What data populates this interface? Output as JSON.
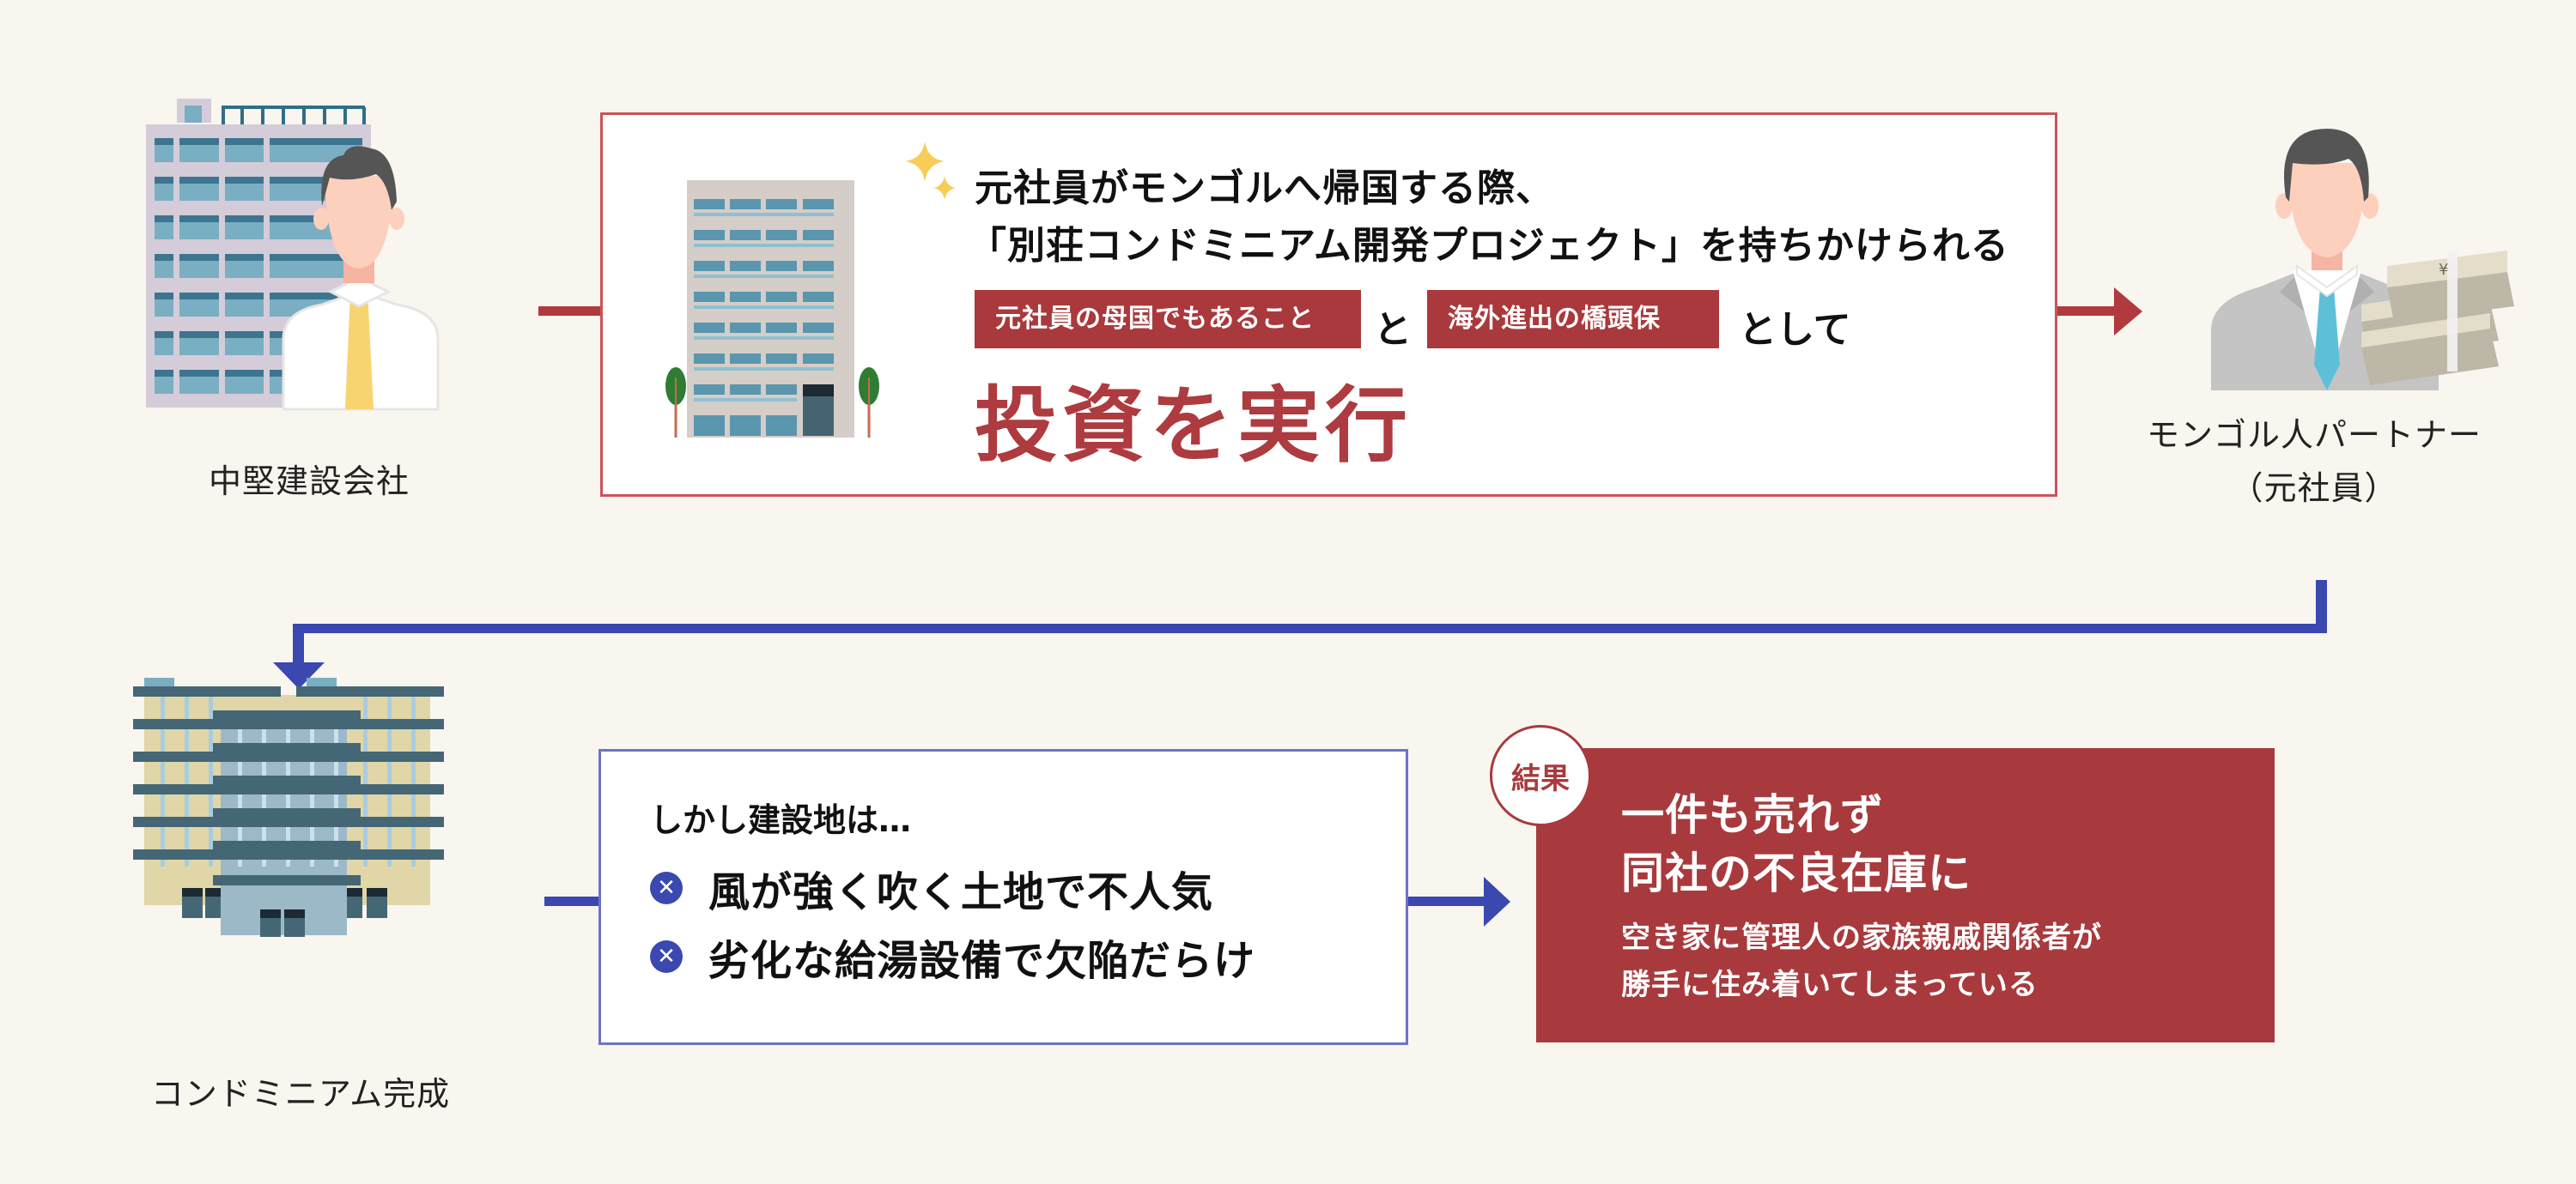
{
  "colors": {
    "background": "#f9f5ef",
    "accent_red": "#a83a3d",
    "accent_blue": "#3a48b0",
    "sparkle": "#f7cc58"
  },
  "nodes": {
    "company": {
      "label": "中堅建設会社",
      "icon": "office-building-with-businessman"
    },
    "partner": {
      "label_line1": "モンゴル人パートナー",
      "label_line2": "（元社員）",
      "icon": "businessman-with-money-stacks"
    },
    "condo": {
      "label": "コンドミニアム完成",
      "icon": "condominium-building"
    }
  },
  "proposal_box": {
    "line1": "元社員がモンゴルへ帰国する際、",
    "line2": "「別荘コンドミニアム開発プロジェクト」を持ちかけられる",
    "tags": [
      {
        "label": "元社員の母国でもあること"
      },
      {
        "label": "海外進出の橋頭保"
      }
    ],
    "join_word": "と",
    "suffix": "として",
    "headline": "投資を実行",
    "icon": "office-building-with-sparkles"
  },
  "problem_box": {
    "intro": "しかし建設地は…",
    "items": [
      {
        "icon": "x-circle-icon",
        "text": "風が強く吹く土地で不人気"
      },
      {
        "icon": "x-circle-icon",
        "text": "劣化な給湯設備で欠陥だらけ"
      }
    ]
  },
  "result_box": {
    "badge": "結果",
    "headline_line1": "一件も売れず",
    "headline_line2": "同社の不良在庫に",
    "detail_line1": "空き家に管理人の家族親戚関係者が",
    "detail_line2": "勝手に住み着いてしまっている"
  }
}
